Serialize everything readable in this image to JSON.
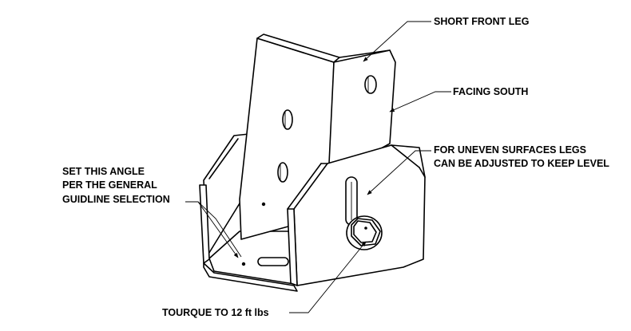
{
  "callouts": {
    "short_front_leg": "SHORT FRONT LEG",
    "facing_south": "FACING SOUTH",
    "uneven_line1": "FOR UNEVEN SURFACES LEGS",
    "uneven_line2": "CAN BE ADJUSTED TO KEEP LEVEL",
    "angle_line1": "SET THIS ANGLE",
    "angle_line2": "PER THE GENERAL",
    "angle_line3": "GUIDLINE SELECTION",
    "torque": "TOURQUE TO 12 ft lbs"
  }
}
